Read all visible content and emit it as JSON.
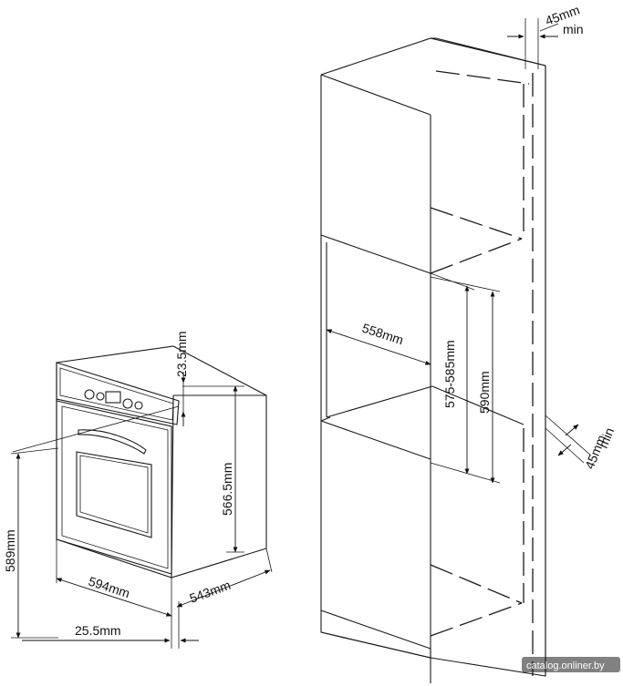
{
  "dimensions": {
    "oven_width": "594mm",
    "oven_depth": "543mm",
    "oven_height": "589mm",
    "body_height": "566.5mm",
    "panel_thickness": "23.5mm",
    "front_offset": "25.5mm",
    "niche_width": "558mm",
    "niche_height": "575-585mm",
    "niche_height_alt": "590mm",
    "gap_top_value": "45mm",
    "gap_top_suffix": "min",
    "gap_side_value": "45mm",
    "gap_side_suffix": "min"
  },
  "watermark": "catalog.onliner.by"
}
